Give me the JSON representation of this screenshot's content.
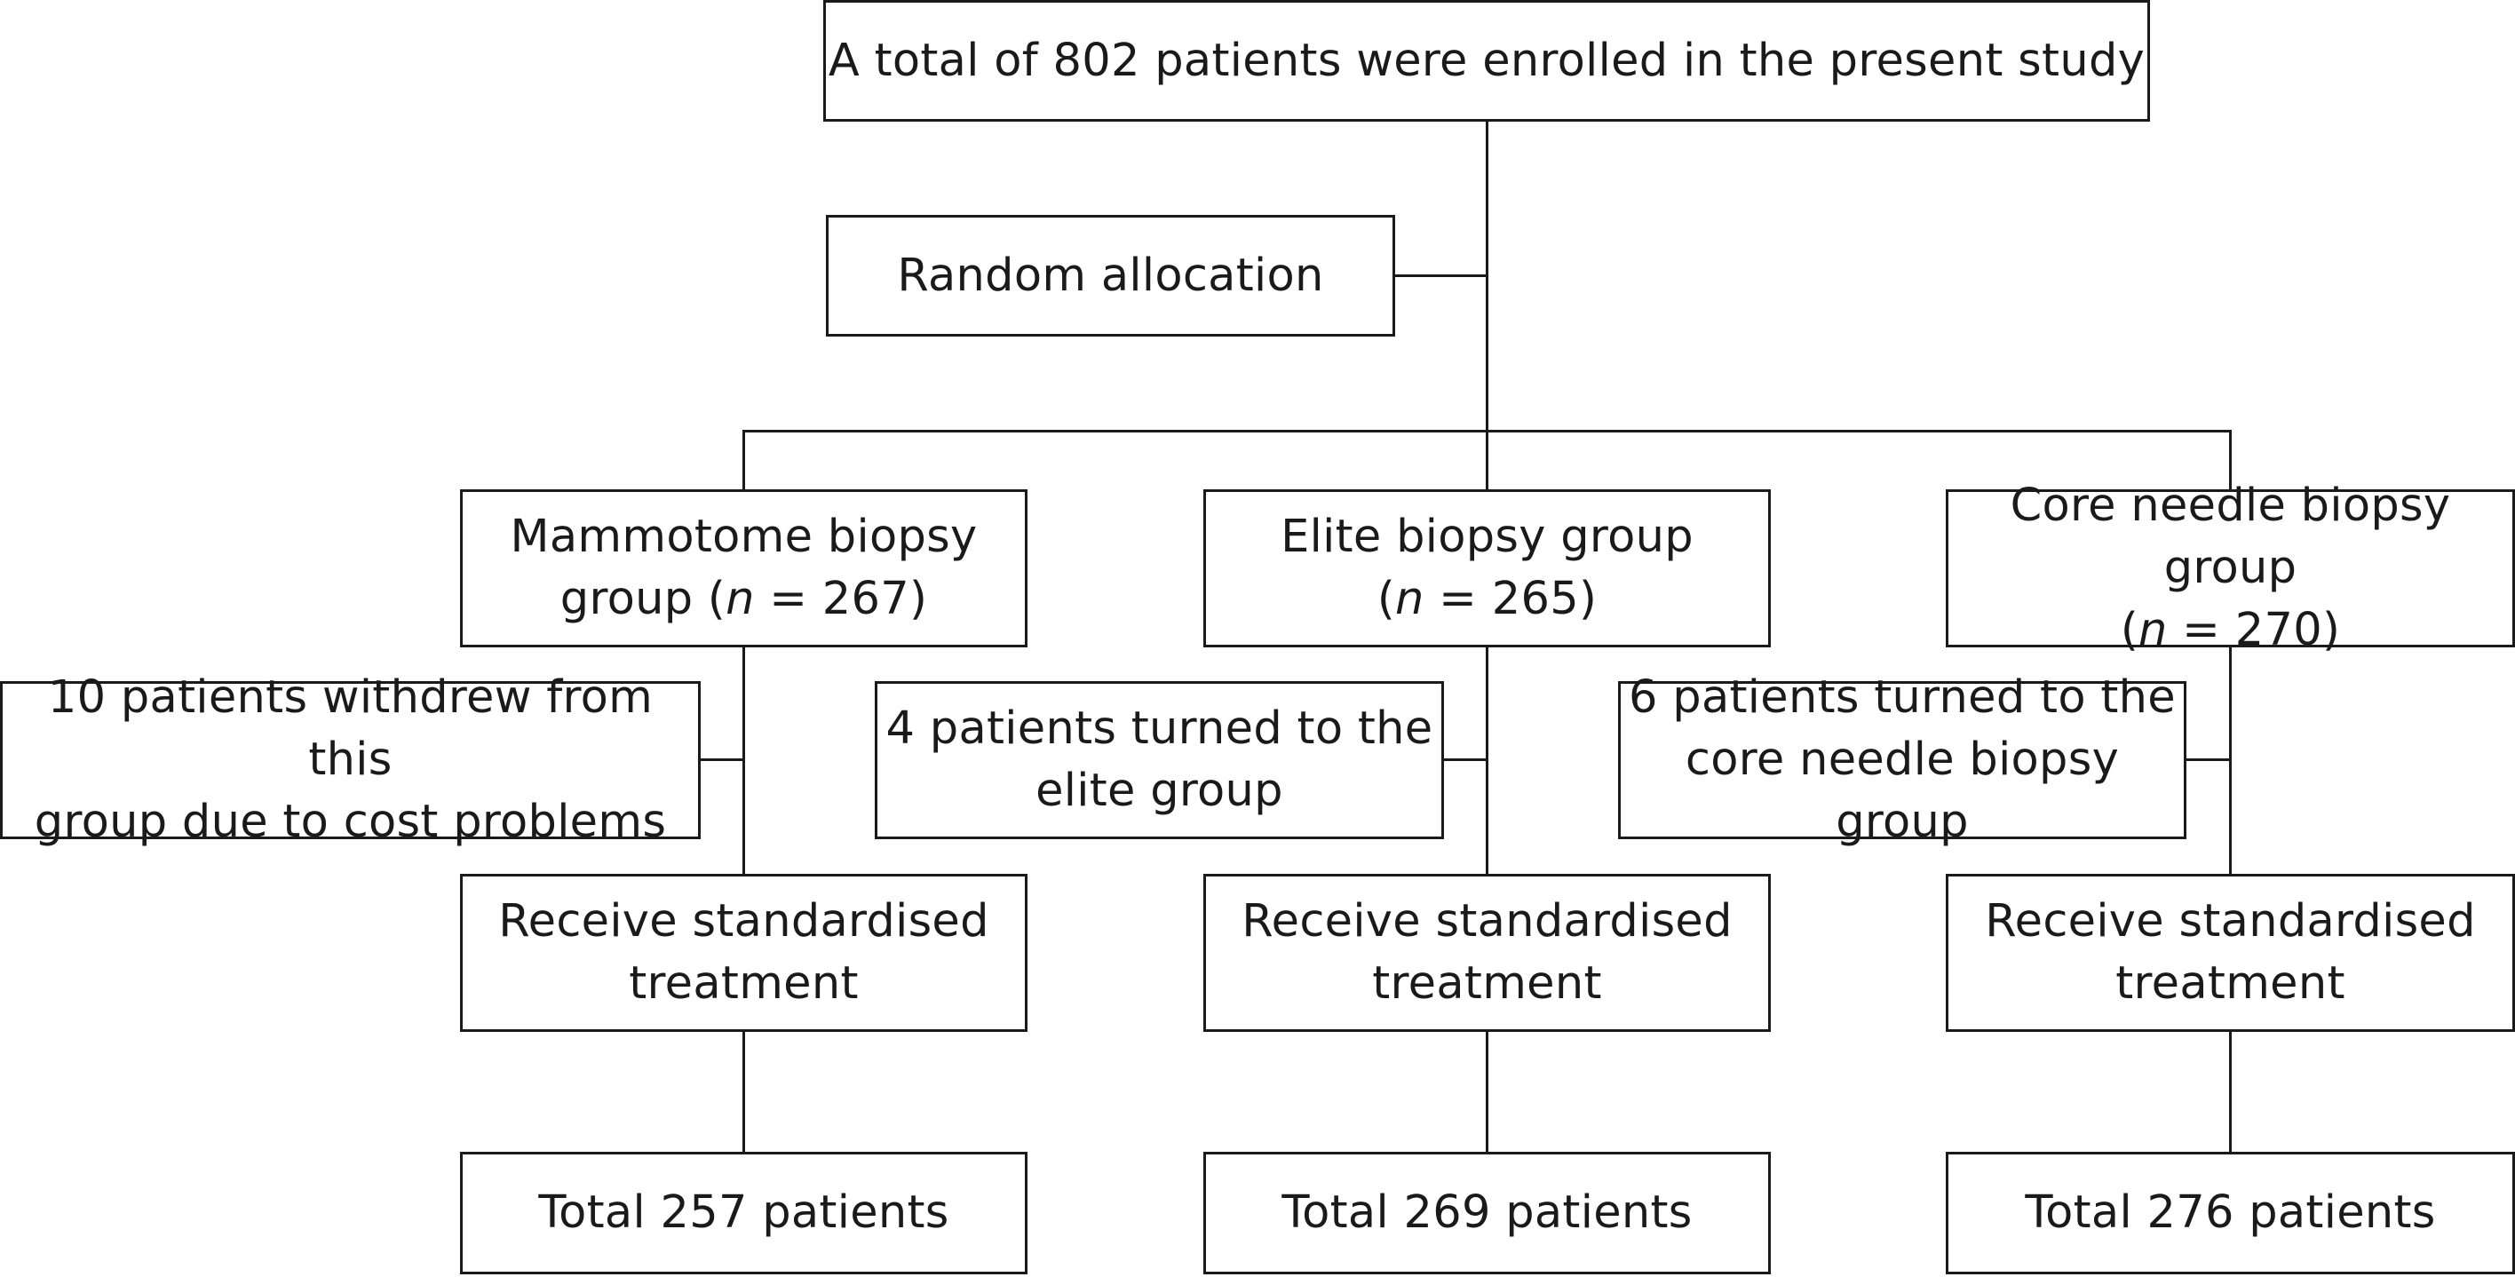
{
  "enrolled": "A total of 802 patients were enrolled in the present study",
  "allocation": "Random allocation",
  "groups": {
    "mammotome": {
      "title_line1": "Mammotome biopsy",
      "title_line2_pre": "group (",
      "n_symbol": "n",
      "title_line2_post": " = 267)",
      "deviation_line1": "10 patients withdrew from this",
      "deviation_line2": "group due to cost problems",
      "treatment_line1": "Receive standardised",
      "treatment_line2": "treatment",
      "total": "Total 257 patients"
    },
    "elite": {
      "title_line1": "Elite biopsy group",
      "title_line2_pre": "(",
      "n_symbol": "n",
      "title_line2_post": " = 265)",
      "deviation_line1": "4 patients turned to the",
      "deviation_line2": "elite group",
      "treatment_line1": "Receive standardised",
      "treatment_line2": "treatment",
      "total": "Total 269 patients"
    },
    "core": {
      "title_line1": "Core needle biopsy group",
      "title_line2_pre": "(",
      "n_symbol": "n",
      "title_line2_post": " = 270)",
      "deviation_line1": "6 patients turned to the",
      "deviation_line2": "core needle biopsy group",
      "treatment_line1": "Receive standardised",
      "treatment_line2": "treatment",
      "total": "Total 276 patients"
    }
  }
}
